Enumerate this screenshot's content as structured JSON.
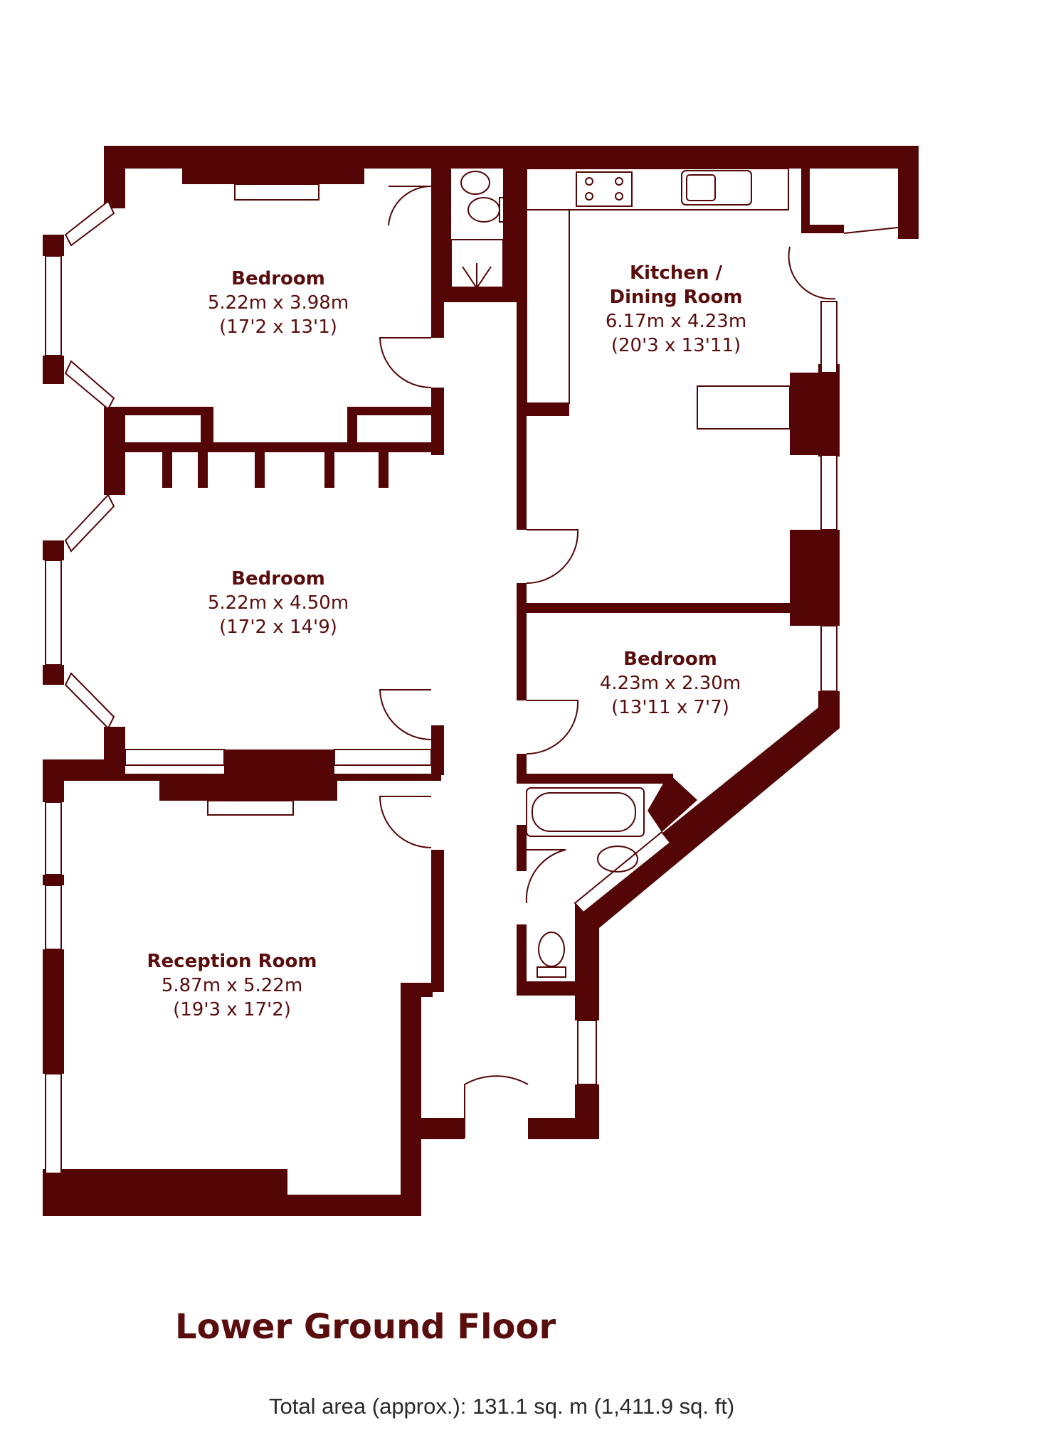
{
  "colors": {
    "wall": "#540606",
    "text": "#5a0d0d",
    "window": "#ffffff"
  },
  "rooms": {
    "bedroom1": {
      "name": "Bedroom",
      "metric": "5.22m x 3.98m",
      "imperial": "(17'2 x 13'1)"
    },
    "bedroom2": {
      "name": "Bedroom",
      "metric": "5.22m x 4.50m",
      "imperial": "(17'2 x 14'9)"
    },
    "reception": {
      "name": "Reception Room",
      "metric": "5.87m x 5.22m",
      "imperial": "(19'3 x 17'2)"
    },
    "kitchen": {
      "name_line1": "Kitchen /",
      "name_line2": "Dining Room",
      "metric": "6.17m x 4.23m",
      "imperial": "(20'3 x 13'11)"
    },
    "bedroom3": {
      "name": "Bedroom",
      "metric": "4.23m x 2.30m",
      "imperial": "(13'11 x 7'7)"
    }
  },
  "floor_title": "Lower Ground Floor",
  "total_area": "Total area (approx.): 131.1 sq. m (1,411.9 sq. ft)",
  "icons": [
    "door-swing-icon",
    "toilet-icon",
    "basin-icon",
    "shower-icon",
    "hob-icon",
    "sink-icon",
    "bath-icon",
    "fireplace-icon"
  ]
}
